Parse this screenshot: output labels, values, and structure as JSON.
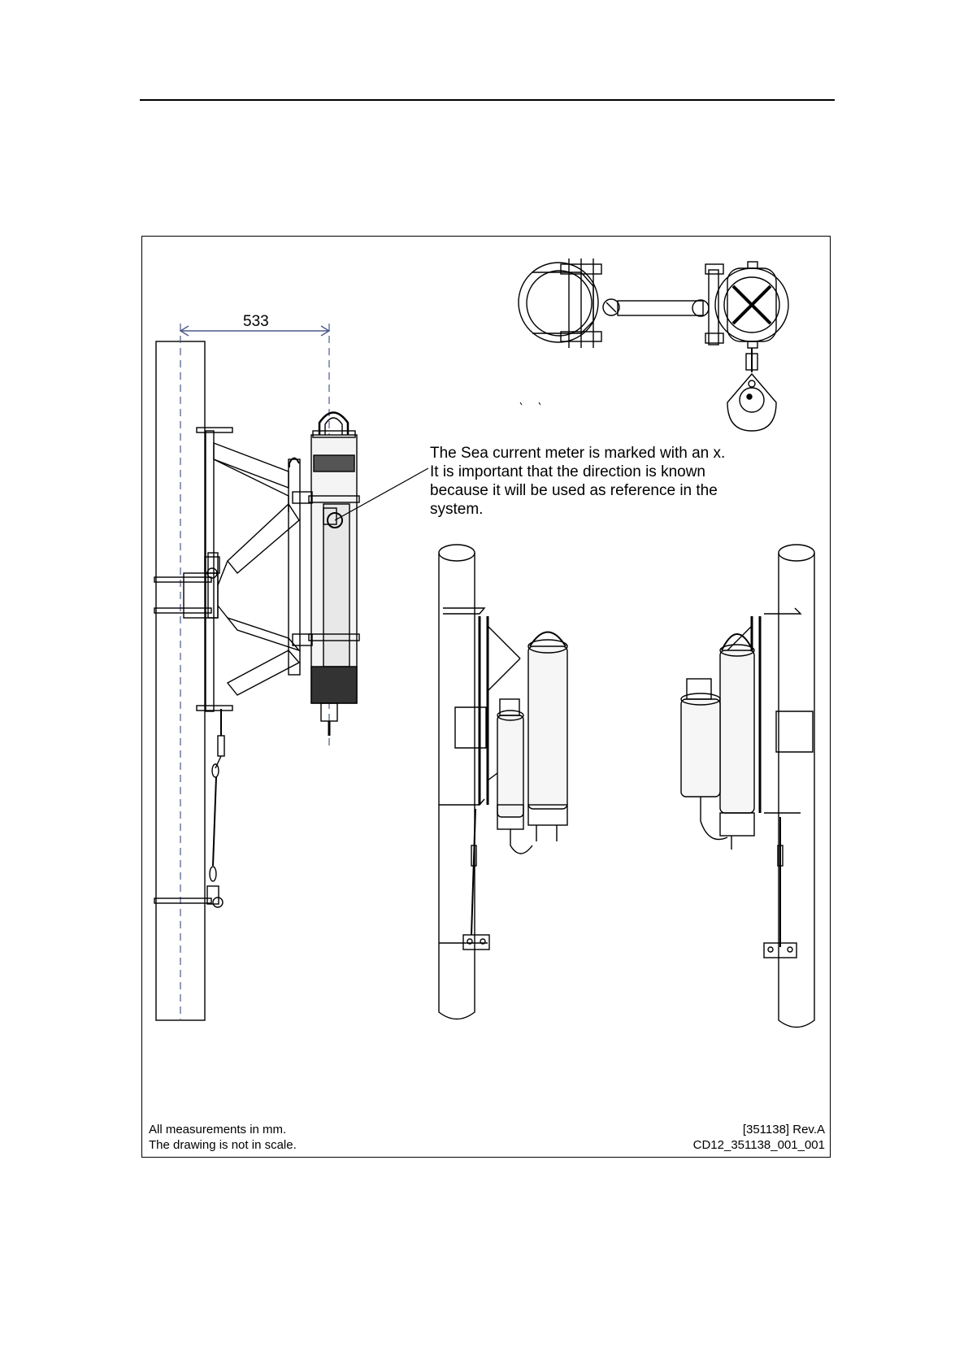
{
  "dimension": {
    "label": "533"
  },
  "callout": {
    "lines": [
      "The Sea current meter is marked with an x.",
      "It is important that the direction is known",
      "because it will be used as reference in the",
      "system."
    ]
  },
  "footer": {
    "left_lines": [
      "All measurements in mm.",
      "The drawing is not in scale."
    ],
    "right_lines": [
      "[351138] Rev.A",
      "CD12_351138_001_001"
    ]
  }
}
